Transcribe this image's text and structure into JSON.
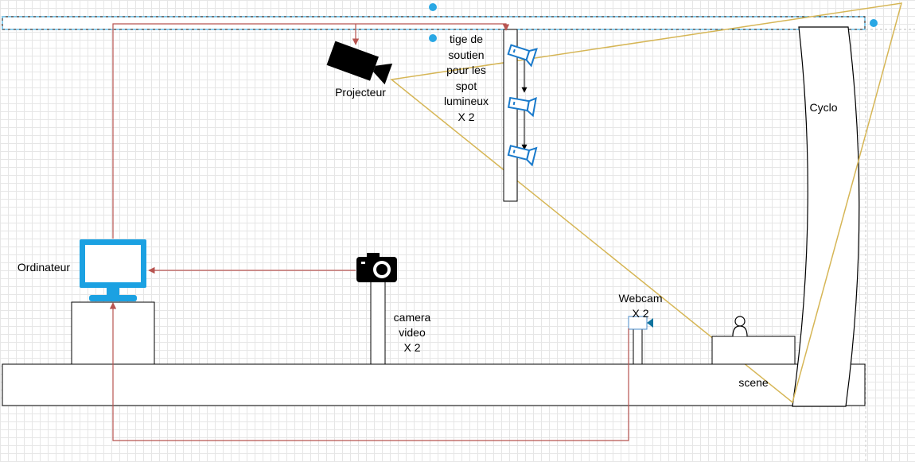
{
  "labels": {
    "projector": "Projecteur",
    "light_rod": "tige de\nsoutien\npour les\nspot\nlumineux\nX 2",
    "cyclo": "Cyclo",
    "computer": "Ordinateur",
    "camera": "camera\nvideo\nX 2",
    "webcam": "Webcam\nX 2",
    "scene": "scene"
  },
  "colors": {
    "cable": "#b85450",
    "projection": "#d6b656",
    "device_blue": "#1ba1e2",
    "spot_blue": "#1a7acb",
    "outline": "#000000"
  },
  "icons": [
    "projector-icon",
    "spotlight-icon",
    "monitor-icon",
    "photo-camera-icon",
    "webcam-icon",
    "person-icon"
  ]
}
